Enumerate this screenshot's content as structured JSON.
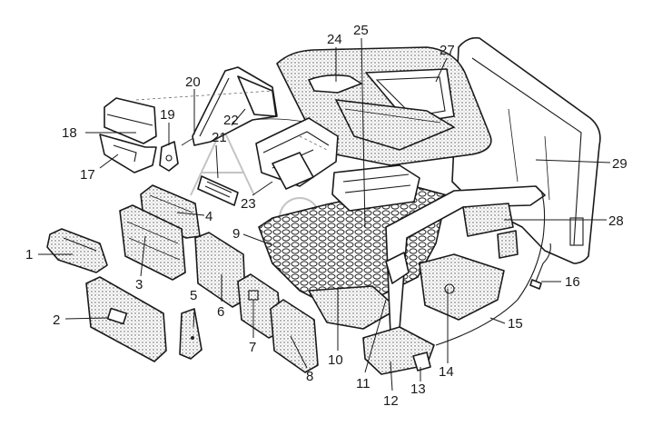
{
  "callouts": [
    {
      "id": "1",
      "label": "1"
    },
    {
      "id": "2",
      "label": "2"
    },
    {
      "id": "3",
      "label": "3"
    },
    {
      "id": "4",
      "label": "4"
    },
    {
      "id": "5",
      "label": "5"
    },
    {
      "id": "6",
      "label": "6"
    },
    {
      "id": "7",
      "label": "7"
    },
    {
      "id": "8",
      "label": "8"
    },
    {
      "id": "9",
      "label": "9"
    },
    {
      "id": "10",
      "label": "10"
    },
    {
      "id": "11",
      "label": "11"
    },
    {
      "id": "12",
      "label": "12"
    },
    {
      "id": "13",
      "label": "13"
    },
    {
      "id": "14",
      "label": "14"
    },
    {
      "id": "15",
      "label": "15"
    },
    {
      "id": "16",
      "label": "16"
    },
    {
      "id": "17",
      "label": "17"
    },
    {
      "id": "18",
      "label": "18"
    },
    {
      "id": "19",
      "label": "19"
    },
    {
      "id": "20",
      "label": "20"
    },
    {
      "id": "21",
      "label": "21"
    },
    {
      "id": "22",
      "label": "22"
    },
    {
      "id": "23",
      "label": "23"
    },
    {
      "id": "24",
      "label": "24"
    },
    {
      "id": "25",
      "label": "25"
    },
    {
      "id": "27",
      "label": "27"
    },
    {
      "id": "28",
      "label": "28"
    },
    {
      "id": "29",
      "label": "29"
    }
  ],
  "colors": {
    "line": "#1a1a1a",
    "background": "#ffffff",
    "watermark": "#bdbdbd"
  }
}
